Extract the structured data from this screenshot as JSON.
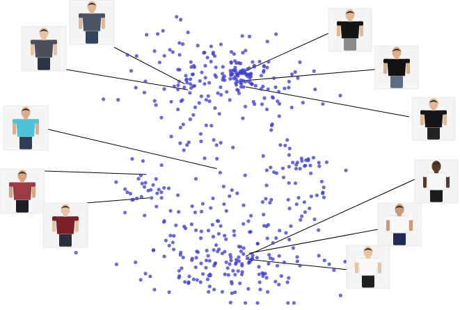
{
  "chart_data": {
    "type": "scatter",
    "title": "",
    "xlabel": "",
    "ylabel": "",
    "xlim": [
      0,
      100
    ],
    "ylim": [
      0,
      100
    ],
    "grid": false,
    "legend": "none",
    "point_color": "#3f3fcf",
    "line_color": "#000000",
    "thumbnail_kind": "product-photo-thumbnail",
    "clusters": [
      {
        "name": "top-left",
        "center": [
          37,
          79
        ],
        "spread": [
          10,
          9
        ],
        "count": 75
      },
      {
        "name": "top-right",
        "center": [
          57,
          79
        ],
        "spread": [
          10,
          8
        ],
        "count": 90
      },
      {
        "name": "dense-top",
        "center": [
          53,
          78
        ],
        "spread": [
          3,
          2
        ],
        "count": 40
      },
      {
        "name": "middle",
        "center": [
          40,
          55
        ],
        "spread": [
          5,
          9
        ],
        "count": 20
      },
      {
        "name": "left",
        "center": [
          24,
          40
        ],
        "spread": [
          4,
          5
        ],
        "count": 30
      },
      {
        "name": "right",
        "center": [
          70,
          43
        ],
        "spread": [
          6,
          8
        ],
        "count": 55
      },
      {
        "name": "lower",
        "center": [
          49,
          28
        ],
        "spread": [
          11,
          7
        ],
        "count": 55
      },
      {
        "name": "bottom",
        "center": [
          48,
          14
        ],
        "spread": [
          15,
          6
        ],
        "count": 120
      },
      {
        "name": "dense-bottom",
        "center": [
          54,
          16
        ],
        "spread": [
          3,
          2
        ],
        "count": 20
      }
    ],
    "thumbnails": [
      {
        "id": "grey-vneck-tee",
        "shirt": "#4b5466",
        "skin": "#e0b896",
        "pants": "#34445c",
        "point": [
          36,
          76
        ]
      },
      {
        "id": "charcoal-vneck-tee",
        "shirt": "#4a4f5a",
        "skin": "#e6c3a2",
        "pants": "#2d3444",
        "point": [
          37,
          74
        ]
      },
      {
        "id": "turquoise-tee",
        "shirt": "#4fc3d6",
        "skin": "#d9ae8c",
        "pants": "#2f3d55",
        "point": [
          46,
          47
        ]
      },
      {
        "id": "red-striped-tee",
        "shirt": "#9a3b45",
        "skin": "#d6a581",
        "pants": "#1e1e24",
        "point": [
          24,
          45
        ]
      },
      {
        "id": "red-striped-tank",
        "shirt": "#7a1e28",
        "skin": "#e6c3a2",
        "pants": "#2a2f3e",
        "point": [
          25,
          37
        ]
      },
      {
        "id": "black-tee-1",
        "shirt": "#141414",
        "skin": "#e0b896",
        "pants": "#8a8a8a",
        "point": [
          52,
          79
        ]
      },
      {
        "id": "black-tee-2",
        "shirt": "#121212",
        "skin": "#d9ae8c",
        "pants": "#5c6e86",
        "point": [
          53,
          77
        ]
      },
      {
        "id": "black-vneck-tee",
        "shirt": "#161616",
        "skin": "#e0b896",
        "pants": "#222222",
        "point": [
          55,
          75
        ]
      },
      {
        "id": "white-tee-1",
        "shirt": "#f6f6f6",
        "skin": "#5a3a28",
        "pants": "#1c1c1c",
        "point": [
          55,
          17
        ]
      },
      {
        "id": "white-tee-2",
        "shirt": "#f8f8f8",
        "skin": "#c89a78",
        "pants": "#1f2a55",
        "point": [
          56,
          18
        ]
      },
      {
        "id": "white-tee-3",
        "shirt": "#f9f9f9",
        "skin": "#e6c3a2",
        "pants": "#202020",
        "point": [
          55,
          16
        ]
      }
    ]
  }
}
